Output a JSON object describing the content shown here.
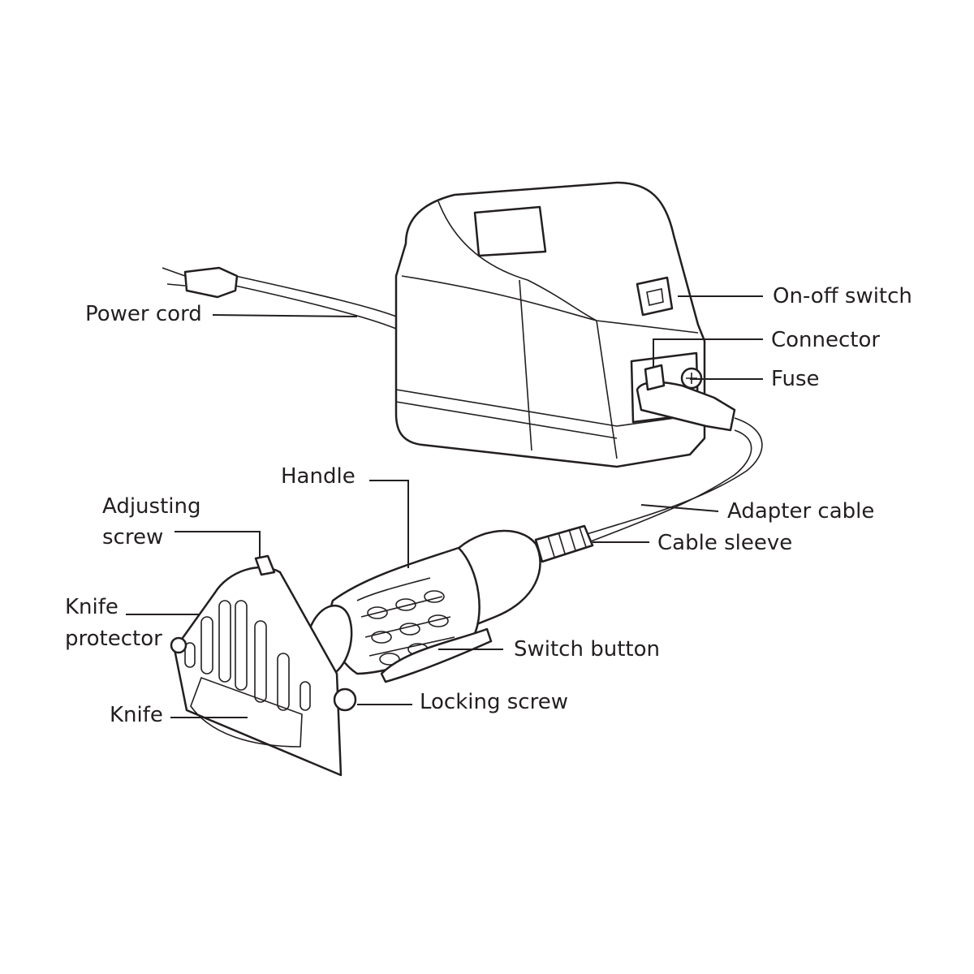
{
  "diagram": {
    "labels": {
      "power_cord": "Power cord",
      "on_off_switch": "On-off switch",
      "connector": "Connector",
      "fuse": "Fuse",
      "handle": "Handle",
      "adjusting_screw_1": "Adjusting",
      "adjusting_screw_2": "screw",
      "knife_protector_1": "Knife",
      "knife_protector_2": "protector",
      "adapter_cable": "Adapter cable",
      "cable_sleeve": "Cable sleeve",
      "switch_button": "Switch button",
      "locking_screw": "Locking screw",
      "knife": "Knife"
    }
  }
}
